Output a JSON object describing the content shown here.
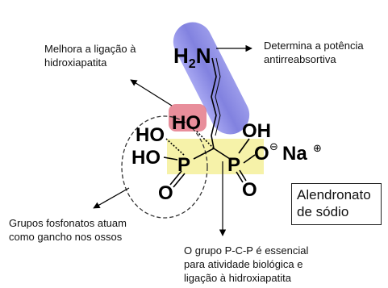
{
  "annotations": {
    "ligacao": [
      "Melhora a ligação à",
      "hidroxiapatita"
    ],
    "potencia": [
      "Determina a potência",
      "antirreabsortiva"
    ],
    "fosfonatos": [
      "Grupos fosfonatos atuam",
      "como gancho nos ossos"
    ],
    "pcp": [
      "O grupo P-C-P é essencial",
      "para atividade biológica e",
      "ligação à hidroxiapatita"
    ]
  },
  "name_box": [
    "Alendronato",
    "de sódio"
  ],
  "molecule": {
    "amine_h": "H",
    "amine_sub": "2",
    "amine_n": "N",
    "ho_highlight": "HO",
    "ho_left_top": "HO",
    "ho_left_bottom": "HO",
    "p_left": "P",
    "o_left": "O",
    "oh_right": "OH",
    "p_right": "P",
    "o_right": "O",
    "o_anion": "O",
    "anion_sign": "⊖",
    "sodium": "Na",
    "cation_sign": "⊕"
  },
  "colors": {
    "chain_highlight": "#7f7fe0",
    "hydroxyl_highlight": "#e47a8a",
    "pcp_highlight": "#f4f09a"
  }
}
